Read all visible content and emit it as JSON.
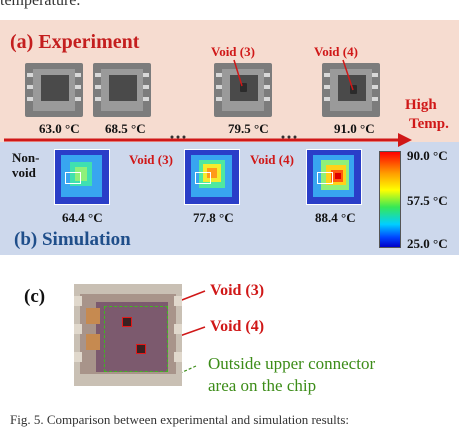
{
  "header_text": "temperature.",
  "panel_a": {
    "title": "(a) Experiment",
    "void_labels": [
      "Void (3)",
      "Void (4)"
    ],
    "temps": [
      "63.0 °C",
      "68.5 °C",
      "79.5 °C",
      "91.0 °C"
    ],
    "arrow_label_1": "High",
    "arrow_label_2": "Temp."
  },
  "panel_b": {
    "title": "(b) Simulation",
    "nonvoid_1": "Non-",
    "nonvoid_2": "void",
    "void_labels": [
      "Void (3)",
      "Void (4)"
    ],
    "temps": [
      "64.4 °C",
      "77.8 °C",
      "88.4 °C"
    ]
  },
  "colorbar": {
    "max": "90.0 °C",
    "mid": "57.5 °C",
    "min": "25.0 °C",
    "colors": [
      "#ff0000",
      "#ff9a00",
      "#ffff00",
      "#36e856",
      "#00cfff",
      "#0044ff",
      "#0000c8"
    ]
  },
  "panel_c": {
    "label": "(c)",
    "void_labels": [
      "Void (3)",
      "Void (4)"
    ],
    "note_line_1": "Outside upper connector",
    "note_line_2": "area on the chip"
  },
  "caption": "Fig. 5. Comparison between experimental and simulation results:"
}
